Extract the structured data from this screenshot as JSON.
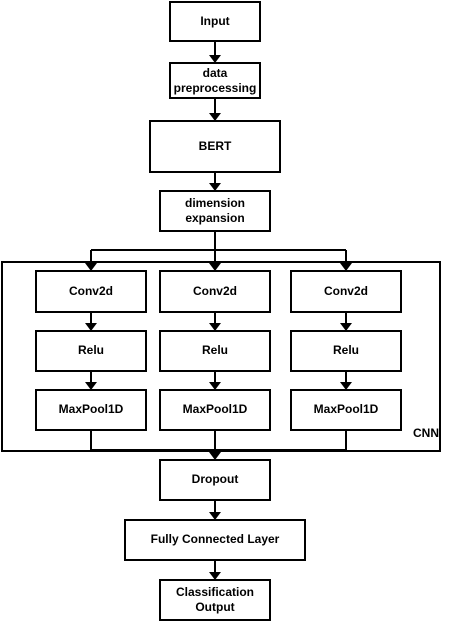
{
  "diagram": {
    "nodes": {
      "input": "Input",
      "preprocessing": [
        "data",
        "preprocessing"
      ],
      "bert": "BERT",
      "dimension_expansion": [
        "dimension",
        "expansion"
      ],
      "branches": [
        {
          "conv": "Conv2d",
          "relu": "Relu",
          "pool": "MaxPool1D"
        },
        {
          "conv": "Conv2d",
          "relu": "Relu",
          "pool": "MaxPool1D"
        },
        {
          "conv": "Conv2d",
          "relu": "Relu",
          "pool": "MaxPool1D"
        }
      ],
      "cnn_label": "CNN",
      "dropout": "Dropout",
      "fully_connected": "Fully Connected Layer",
      "output": [
        "Classification",
        "Output"
      ]
    },
    "colors": {
      "stroke": "#000000",
      "fill": "#ffffff",
      "text": "#000000"
    }
  }
}
